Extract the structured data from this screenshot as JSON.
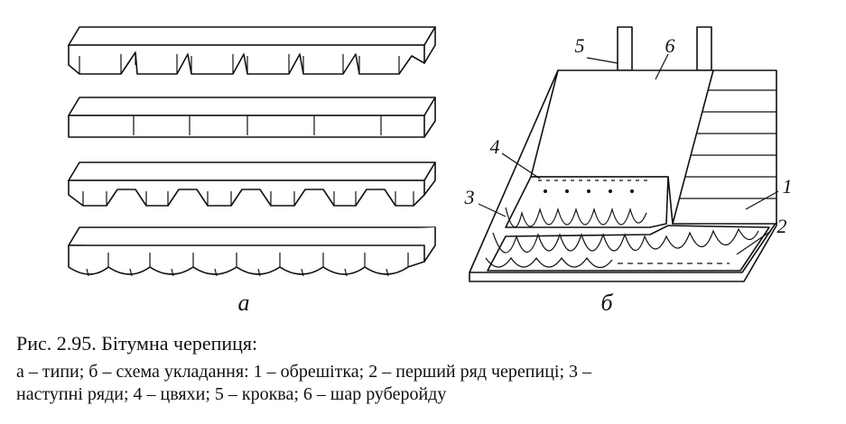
{
  "figure": {
    "subfig_a": "а",
    "subfig_b": "б",
    "callouts": {
      "c1": "1",
      "c2": "2",
      "c3": "3",
      "c4": "4",
      "c5": "5",
      "c6": "6"
    }
  },
  "caption": {
    "title": "Рис. 2.95. Бітумна черепиця:",
    "line1": "а – типи; б – схема укладання: 1 – обрешітка; 2 – перший ряд черепиці; 3 –",
    "line2": "наступні ряди; 4 – цвяхи; 5 – кроква; 6 – шар руберойду"
  }
}
